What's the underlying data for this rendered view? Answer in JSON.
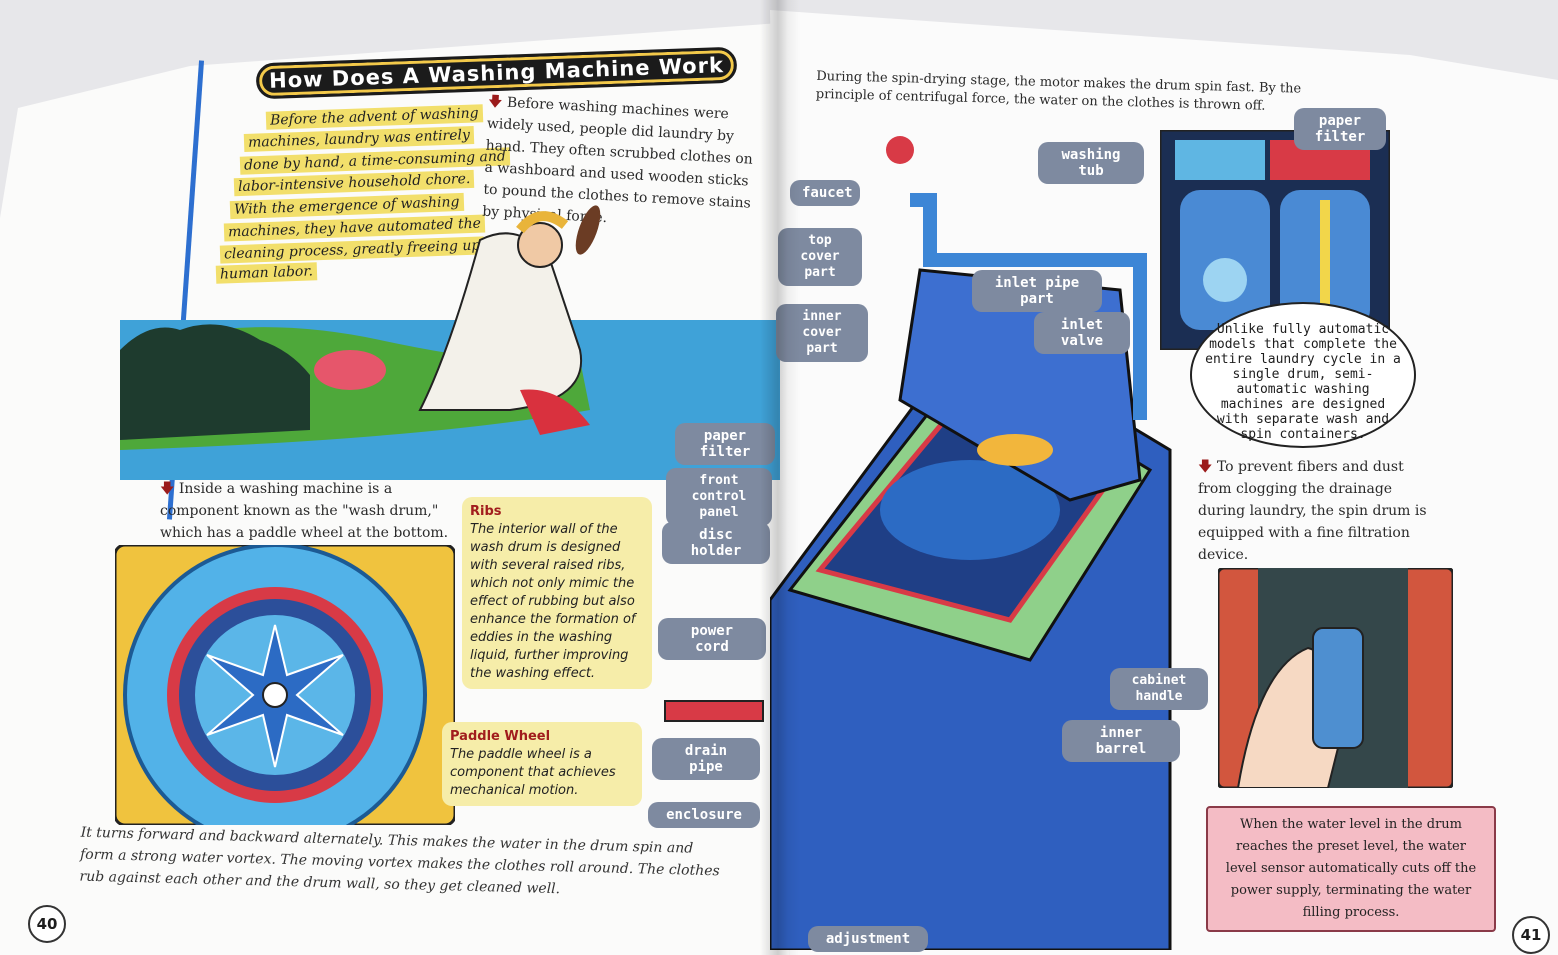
{
  "title": "How Does A Washing Machine Work",
  "left_page": {
    "intro_lines": [
      "Before the advent of washing",
      "machines, laundry was entirely",
      "done by hand, a time-consuming and",
      "labor-intensive household chore.",
      "With the emergence of washing",
      "machines, they have automated the",
      "cleaning process, greatly freeing up",
      "human labor."
    ],
    "history_text": "Before washing machines were widely used, people did laundry by hand. They often scrubbed clothes on a washboard and used wooden sticks to pound the clothes to remove stains by physical force.",
    "drum_text": "Inside a washing machine is a component known as the \"wash drum,\" which has a paddle wheel at the bottom.",
    "ribs_title": "Ribs",
    "ribs_text": "The interior wall of the wash drum is designed with several raised ribs, which not only mimic the effect of rubbing but also enhance the formation of eddies in the washing liquid, further improving the washing effect.",
    "paddle_title": "Paddle Wheel",
    "paddle_text": "The paddle wheel is a component that achieves mechanical motion.",
    "bottom_text": "It turns forward and backward alternately. This makes the water in the drum spin and form a strong water vortex. The moving vortex makes the clothes roll around. The clothes rub against each other and the drum wall, so they get cleaned well.",
    "page_number": "40"
  },
  "labels": {
    "paper_filter_left": "paper filter",
    "front_control_panel": "front control panel",
    "disc_holder": "disc holder",
    "power_cord": "power cord",
    "drain_pipe": "drain pipe",
    "enclosure": "enclosure",
    "faucet": "faucet",
    "top_cover_part": "top cover part",
    "inner_cover_part": "inner cover part",
    "washing_tub": "washing tub",
    "paper_filter_right": "paper filter",
    "inlet_pipe_part": "inlet pipe part",
    "inlet_valve": "inlet valve",
    "cabinet_handle": "cabinet handle",
    "inner_barrel": "inner barrel",
    "adjustment": "adjustment"
  },
  "right_page": {
    "spin_text": "During the spin-drying stage, the motor makes the drum spin fast. By the principle of centrifugal force, the water on the clothes is thrown off.",
    "bubble_text": "Unlike fully automatic models that complete the entire laundry cycle in a single drum, semi-automatic washing machines are designed with separate wash and spin containers.",
    "filter_text": "To prevent fibers and dust from clogging the drainage during laundry, the spin drum is equipped with a fine filtration device.",
    "sensor_text": "When the water level in the drum reaches the preset level, the water level sensor automatically cuts off the power supply, terminating the water filling process.",
    "page_number": "41"
  },
  "colors": {
    "highlight": "#f2df6b",
    "label_bg": "#7e8aa0",
    "note_bg": "#f6eda9",
    "pink_box": "#f4bcc5",
    "machine_blue": "#2f5fbf"
  }
}
